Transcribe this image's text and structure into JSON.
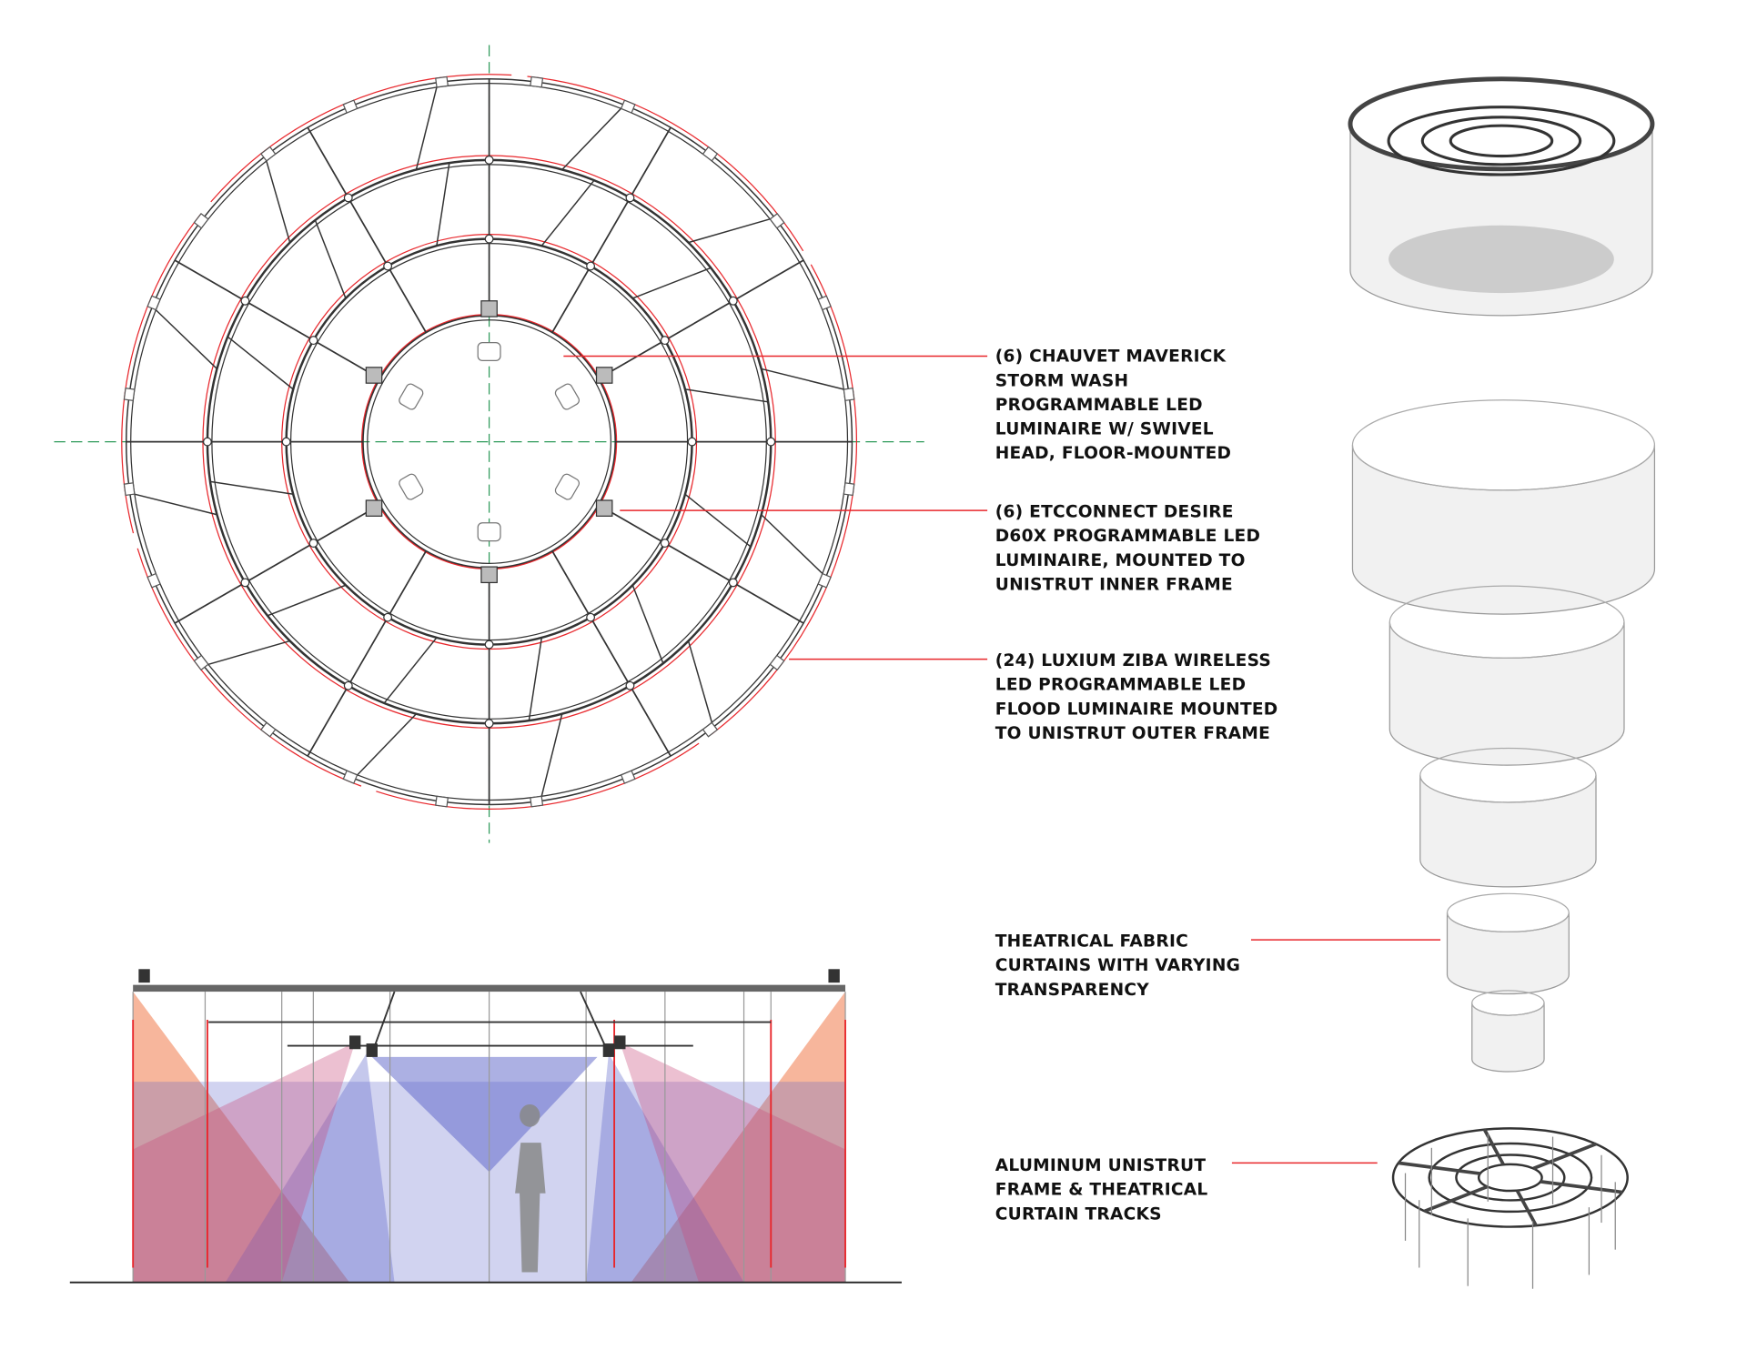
{
  "colors": {
    "leader": "#e8262b",
    "frame": "#333333",
    "axis": "#2e9a5a",
    "beam_blue": "#5a62c8",
    "beam_orange": "#f07a4a",
    "beam_pink": "#c84a7a",
    "curtain": "#d8d8d8"
  },
  "callouts": [
    {
      "lines": [
        "(6) CHAUVET MAVERICK",
        "STORM WASH",
        "PROGRAMMABLE LED",
        "LUMINAIRE W/ SWIVEL",
        "HEAD, FLOOR-MOUNTED"
      ]
    },
    {
      "lines": [
        "(6) ETCCONNECT DESIRE",
        "D60X PROGRAMMABLE LED",
        "LUMINAIRE, MOUNTED TO",
        "UNISTRUT INNER FRAME"
      ]
    },
    {
      "lines": [
        "(24) LUXIUM ZIBA WIRELESS",
        "LED PROGRAMMABLE LED",
        "FLOOD LUMINAIRE MOUNTED",
        "TO UNISTRUT OUTER FRAME"
      ]
    },
    {
      "lines": [
        "THEATRICAL FABRIC",
        "CURTAINS WITH VARYING",
        "TRANSPARENCY"
      ]
    },
    {
      "lines": [
        "ALUMINUM UNISTRUT",
        "FRAME & THEATRICAL",
        "CURTAIN TRACKS"
      ]
    }
  ]
}
